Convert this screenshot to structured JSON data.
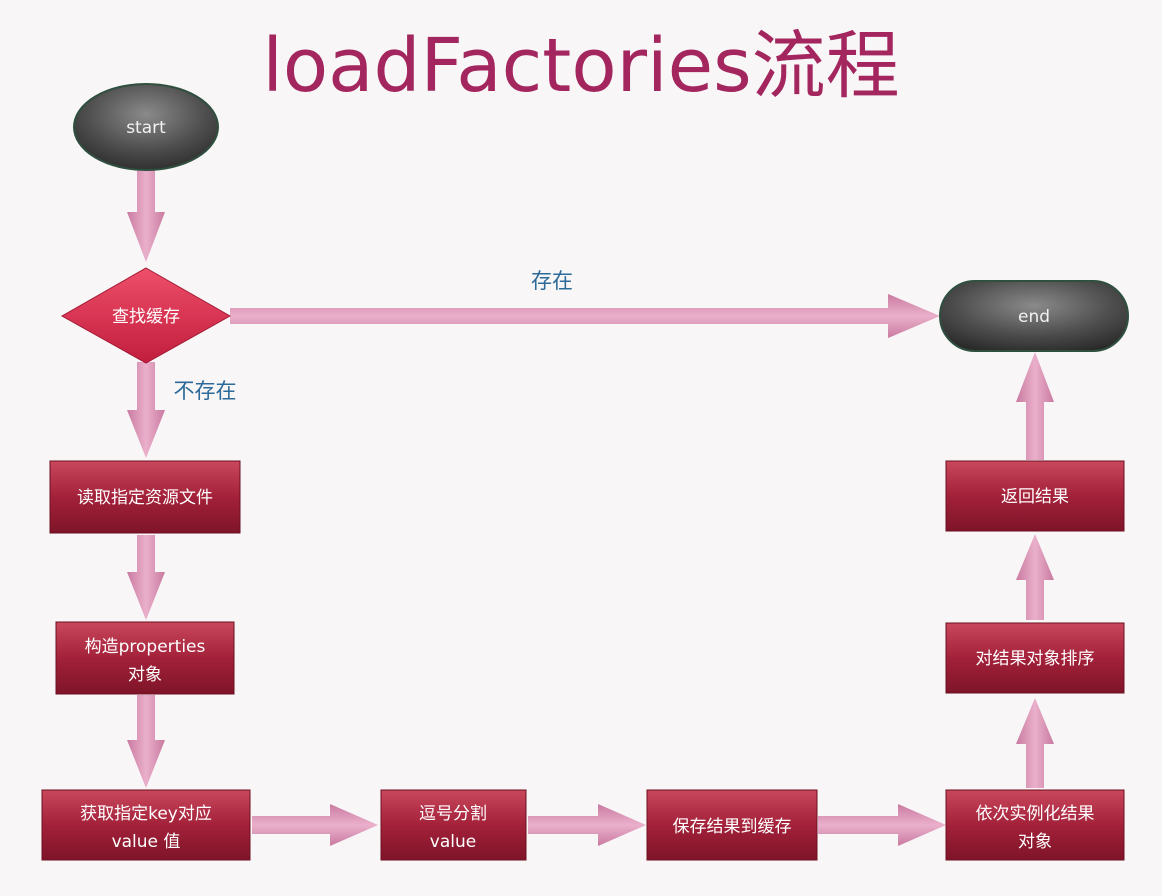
{
  "title": "loadFactories流程",
  "nodes": {
    "start": "start",
    "check_cache": "查找缓存",
    "end": "end",
    "read_resource": "读取指定资源文件",
    "build_properties_line1": "构造properties",
    "build_properties_line2": "对象",
    "get_value_line1": "获取指定key对应",
    "get_value_line2": "value 值",
    "split_line1": "逗号分割",
    "split_line2": "value",
    "save_cache": "保存结果到缓存",
    "instantiate_line1": "依次实例化结果",
    "instantiate_line2": "对象",
    "sort": "对结果对象排序",
    "return_result": "返回结果"
  },
  "edge_labels": {
    "exists": "存在",
    "not_exists": "不存在"
  },
  "colors": {
    "title": "#a3265e",
    "box": "#a8243a",
    "arrow": "#dc8fb4",
    "terminal": "#4a4a4a",
    "label": "#2d6a99"
  }
}
